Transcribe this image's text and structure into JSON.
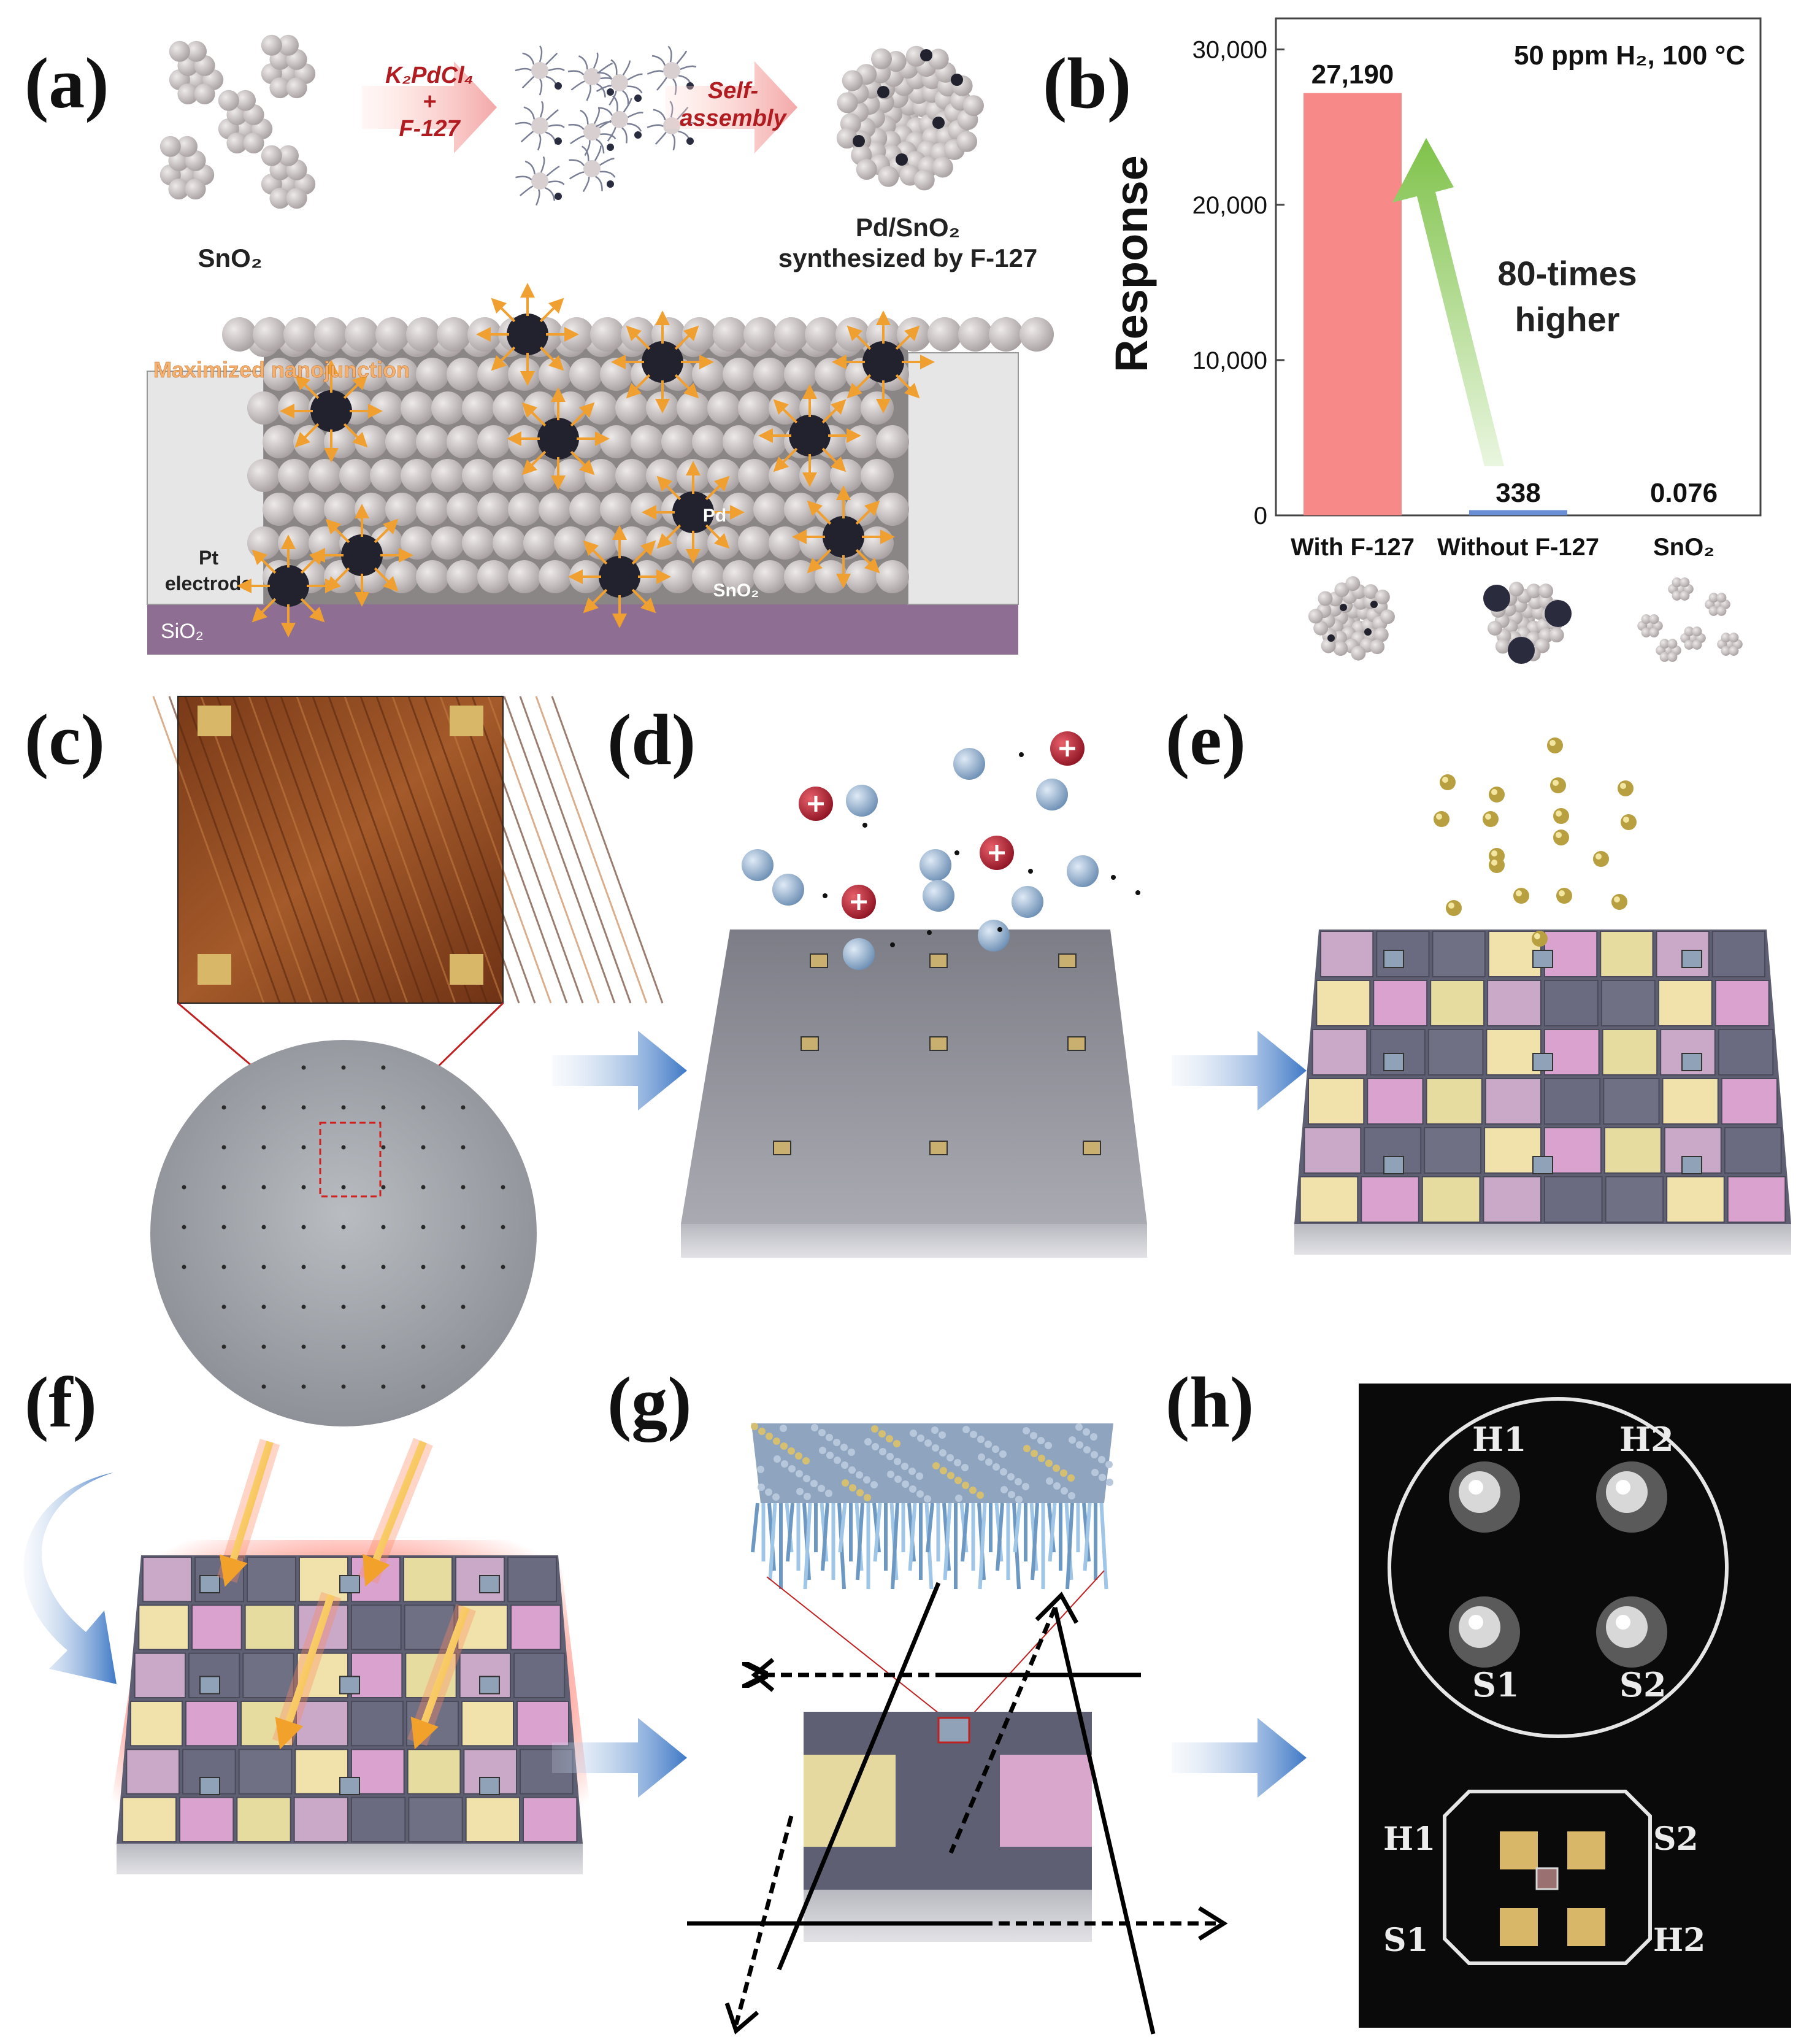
{
  "panel_letters": {
    "a": "(a)",
    "b": "(b)",
    "c": "(c)",
    "d": "(d)",
    "e": "(e)",
    "f": "(f)",
    "g": "(g)",
    "h": "(h)"
  },
  "panel_a": {
    "reagent_line1": "K₂PdCl₄",
    "reagent_line2": "+",
    "reagent_line3": "F-127",
    "step2_line1": "Self-",
    "step2_line2": "assembly",
    "label_sno2": "SnO₂",
    "label_product_line1": "Pd/SnO₂",
    "label_product_line2": "synthesized by F-127",
    "label_nanojunction": "Maximized nanojunction",
    "label_pd": "Pd",
    "label_pt_line1": "Pt",
    "label_pt_line2": "electrode",
    "label_sno2_film": "SnO₂",
    "label_sio2": "SiO₂",
    "colors": {
      "sno2": "#c8c2c2",
      "pd": "#22222e",
      "arrow": "#f0a030",
      "sio2": "#8e6e92",
      "electrode": "#e8e8e8"
    }
  },
  "panel_b": {
    "condition": "50 ppm H₂, 100 °C",
    "annotation_line1": "80-times",
    "annotation_line2": "higher",
    "chart_data": {
      "type": "bar",
      "categories": [
        "With F-127",
        "Without F-127",
        "SnO₂"
      ],
      "values": [
        27190,
        338,
        0.076
      ],
      "value_labels": [
        "27,190",
        "338",
        "0.076"
      ],
      "ylabel": "Response",
      "ylim": [
        0,
        32000
      ],
      "yticks": [
        0,
        10000,
        20000,
        30000
      ],
      "ytick_labels": [
        "0",
        "10,000",
        "20,000",
        "30,000"
      ],
      "colors": [
        "#f78a88",
        "#6b8fd6",
        "#6b8fd6"
      ],
      "grid": false
    }
  },
  "panel_g": {
    "note": ""
  },
  "panel_h": {
    "circle_labels": [
      "H1",
      "H2",
      "S1",
      "S2"
    ],
    "pad_labels": [
      "H1",
      "S2",
      "S1",
      "H2"
    ]
  }
}
